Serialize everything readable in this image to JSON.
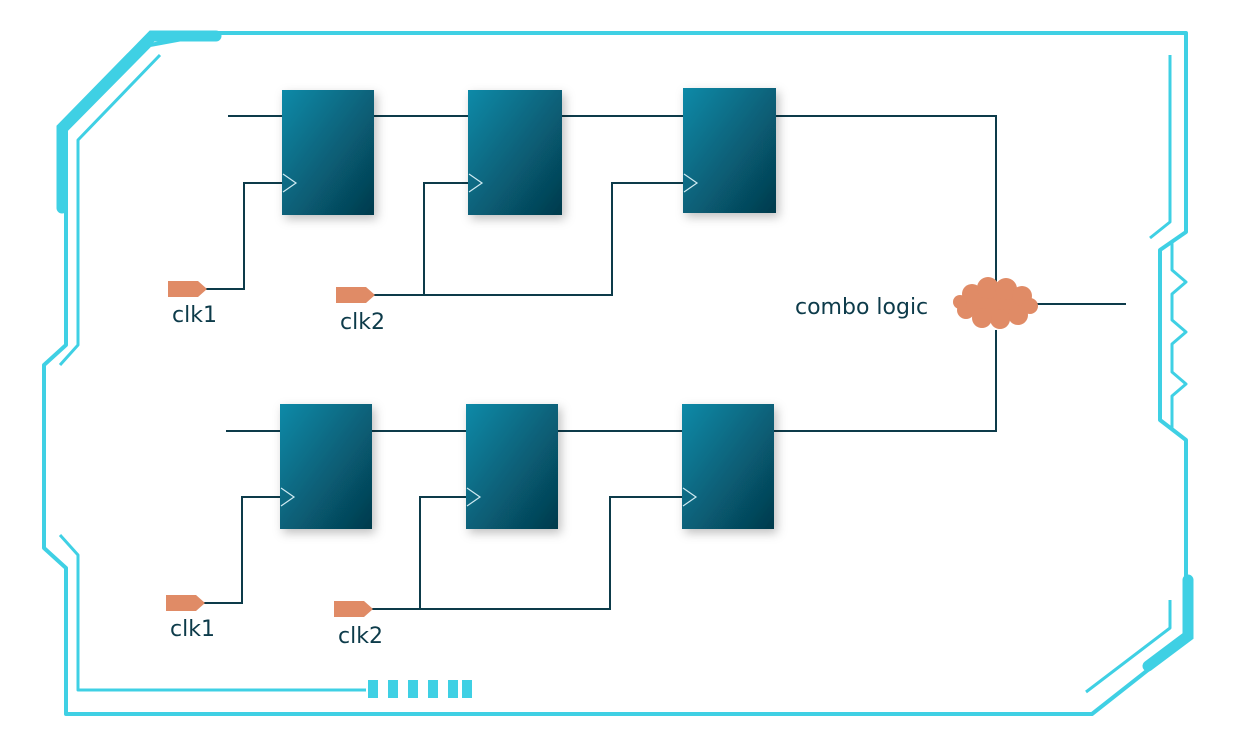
{
  "colors": {
    "frame": "#3fd0e4",
    "wire": "#0d3b4a",
    "flipflop_light": "#0a7f9d",
    "flipflop_dark": "#05394b",
    "clock_port": "#e08b66",
    "label": "#0d3b4a"
  },
  "labels": {
    "top_clk1": "clk1",
    "top_clk2": "clk2",
    "bottom_clk1": "clk1",
    "bottom_clk2": "clk2",
    "combo": "combo logic"
  },
  "icons": {
    "clock_port": "pentagon-tag-icon",
    "combo_logic": "cloud-icon",
    "flipflop": "d-flipflop-icon"
  }
}
